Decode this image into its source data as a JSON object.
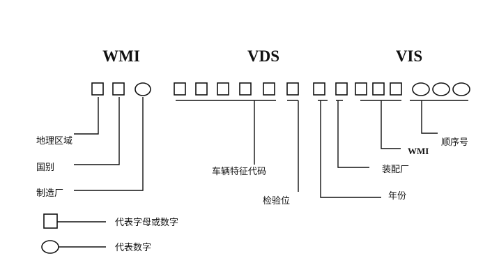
{
  "sections": {
    "wmi": "WMI",
    "vds": "VDS",
    "vis": "VIS"
  },
  "labels": {
    "region": "地理区域",
    "country": "国别",
    "manufacturer": "制造厂",
    "vehicle_features": "车辆特征代码",
    "check_digit": "检验位",
    "assembly_plant": "装配厂",
    "model_year": "年份",
    "vis_wmi": "WMI",
    "sequence": "顺序号"
  },
  "legend": {
    "square_desc": "代表字母或数字",
    "circle_desc": "代表数字"
  }
}
